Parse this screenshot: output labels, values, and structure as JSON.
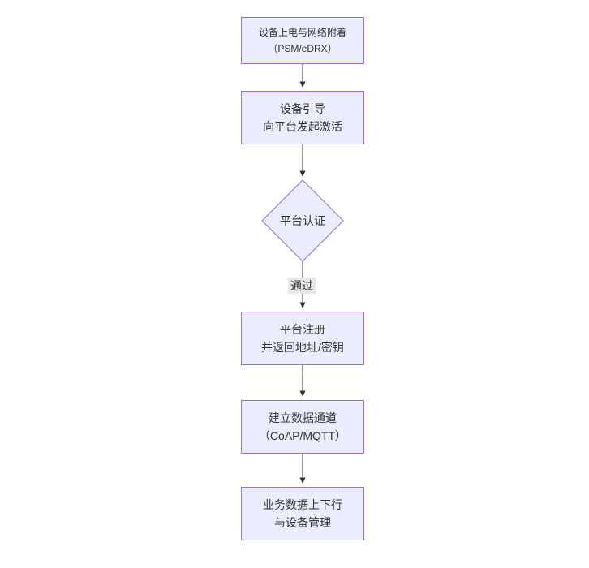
{
  "diagram": {
    "type": "flowchart",
    "direction": "top-down",
    "nodes": [
      {
        "id": "A",
        "shape": "rect",
        "line1": "设备上电与网络附着",
        "line2": "（PSM/eDRX）"
      },
      {
        "id": "B",
        "shape": "rect",
        "line1": "设备引导",
        "line2": "向平台发起激活"
      },
      {
        "id": "C",
        "shape": "diamond",
        "label": "平台认证"
      },
      {
        "id": "D",
        "shape": "rect",
        "line1": "平台注册",
        "line2": "并返回地址/密钥"
      },
      {
        "id": "E",
        "shape": "rect",
        "line1": "建立数据通道",
        "line2": "（CoAP/MQTT）"
      },
      {
        "id": "F",
        "shape": "rect",
        "line1": "业务数据上下行",
        "line2": "与设备管理"
      }
    ],
    "edges": [
      {
        "from": "A",
        "to": "B",
        "label": ""
      },
      {
        "from": "B",
        "to": "C",
        "label": ""
      },
      {
        "from": "C",
        "to": "D",
        "label": "通过"
      },
      {
        "from": "D",
        "to": "E",
        "label": ""
      },
      {
        "from": "E",
        "to": "F",
        "label": ""
      }
    ],
    "edge_label": "通过",
    "colors": {
      "node_fill": "#ECECFF",
      "node_border": "#9370DB",
      "arrow": "#333333",
      "edge_label_bg": "#e8e8e8",
      "text": "#333333",
      "background": "#ffffff"
    }
  }
}
